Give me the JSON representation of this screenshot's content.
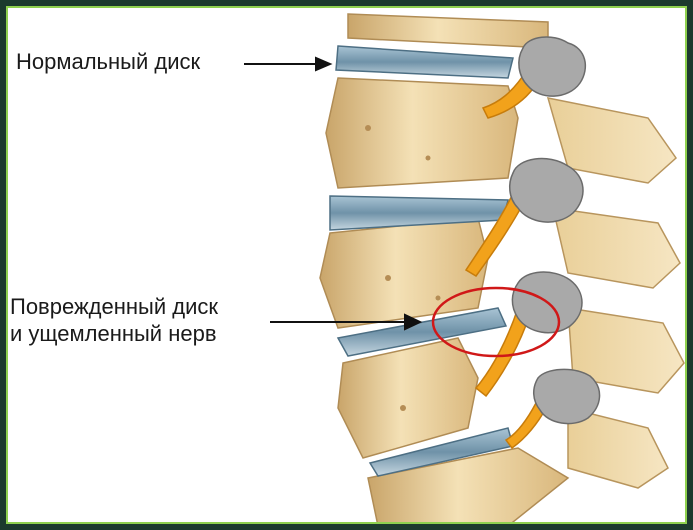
{
  "labels": {
    "normal_disc": "Нормальный диск",
    "damaged_disc_line1": "Поврежденный диск",
    "damaged_disc_line2": "и ущемленный нерв"
  },
  "colors": {
    "frame": "#1c3a2e",
    "border": "#8fd14f",
    "bone": "#eacf9c",
    "disc": "#7fa1b6",
    "nerve": "#f2a21b",
    "ganglion": "#a7a7a7",
    "highlight_ring": "#d01818"
  }
}
